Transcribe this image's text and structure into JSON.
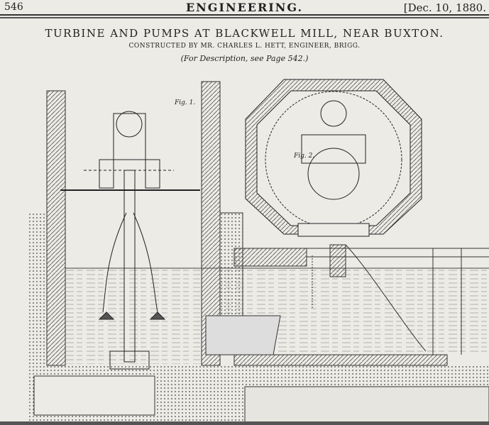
{
  "header": {
    "page_number": "546",
    "journal": "ENGINEERING.",
    "date": "[Dec. 10, 1880."
  },
  "article": {
    "title": "TURBINE AND PUMPS AT BLACKWELL MILL, NEAR BUXTON.",
    "subtitle": "CONSTRUCTED BY MR. CHARLES L. HETT, ENGINEER, BRIGG.",
    "description": "(For Description, see Page 542.)"
  },
  "figures": {
    "fig1_label": "Fig. 1.",
    "fig2_label": "Fig. 2."
  }
}
